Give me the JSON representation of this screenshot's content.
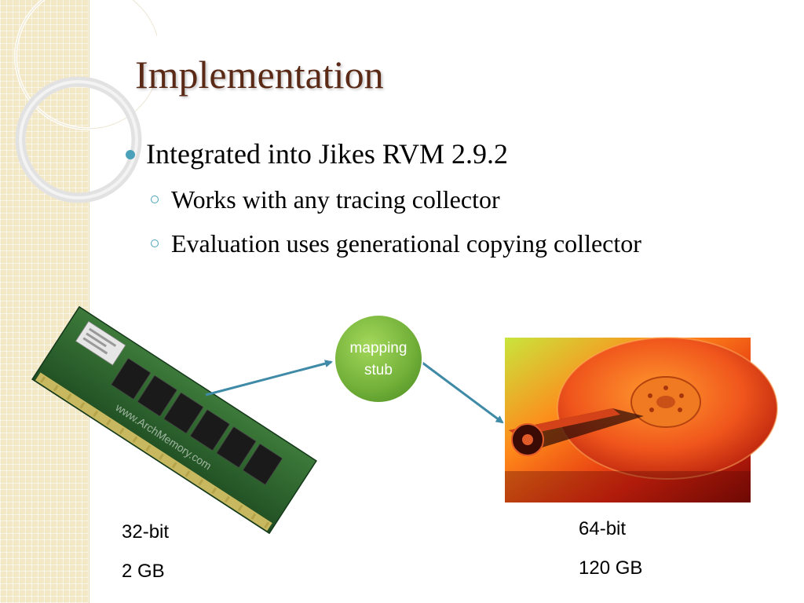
{
  "slide": {
    "title": "Implementation",
    "bullets": [
      {
        "level": 1,
        "text": "Integrated into Jikes RVM 2.9.2"
      },
      {
        "level": 2,
        "text": "Works with any tracing collector"
      },
      {
        "level": 2,
        "text": "Evaluation uses generational copying collector"
      }
    ]
  },
  "diagram": {
    "stub_label_line1": "mapping",
    "stub_label_line2": "stub",
    "ram_watermark": "www.ArchMemory.com",
    "ram_caption_bits": "32-bit",
    "ram_caption_size": "2 GB",
    "hdd_caption_bits": "64-bit",
    "hdd_caption_size": "120 GB"
  },
  "colors": {
    "title": "#5b2a16",
    "bullet_accent": "#4aa1b9",
    "arrow": "#3f8aa6",
    "stub_fill": "#7ab639",
    "left_strip": "#f3e8c6"
  },
  "icons": {
    "ram": "ram-module-icon",
    "hdd": "hard-drive-icon",
    "stub": "mapping-stub-circle"
  }
}
